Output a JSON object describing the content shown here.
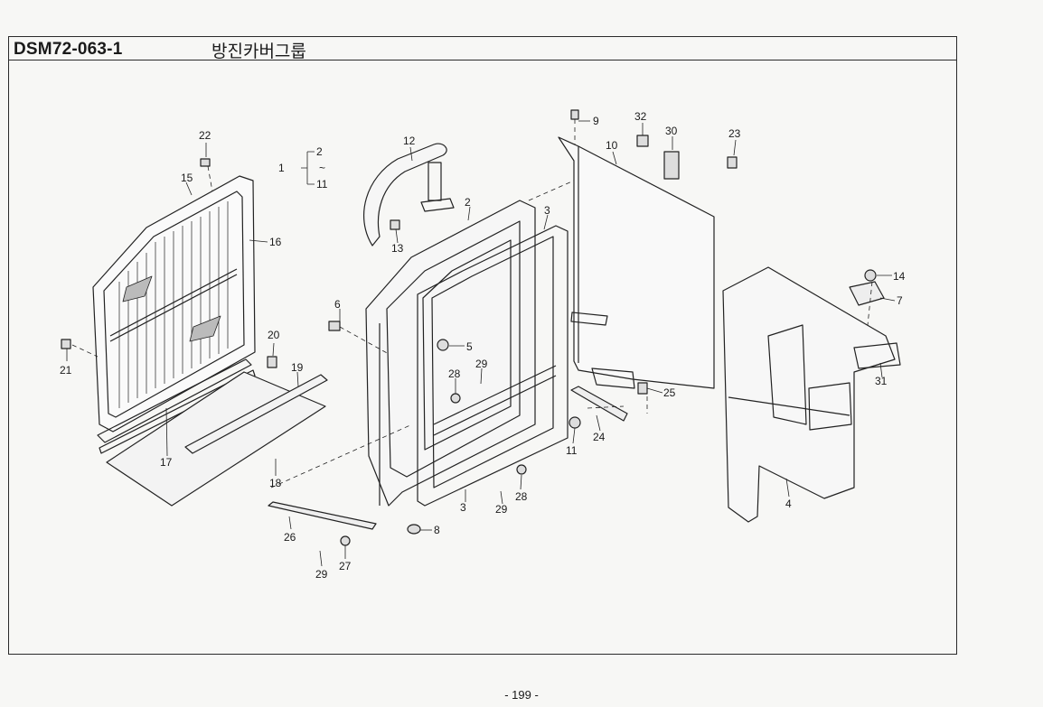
{
  "header": {
    "code": "DSM72-063-1",
    "title": "방진카버그룹"
  },
  "callouts": {
    "n1": "1",
    "n2a": "2",
    "n2b": "2",
    "n3a": "3",
    "n3b": "3",
    "n4": "4",
    "n5": "5",
    "n6": "6",
    "n7": "7",
    "n8": "8",
    "n9": "9",
    "n10": "10",
    "n11a": "11",
    "n11b": "11",
    "n12": "12",
    "n13": "13",
    "n14": "14",
    "n15": "15",
    "n16": "16",
    "n17": "17",
    "n18": "18",
    "n19": "19",
    "n20": "20",
    "n21": "21",
    "n22": "22",
    "n23": "23",
    "n24": "24",
    "n25": "25",
    "n26": "26",
    "n27": "27",
    "n28a": "28",
    "n28b": "28",
    "n29a": "29",
    "n29b": "29",
    "n29c": "29",
    "n30": "30",
    "n31": "31",
    "n32": "32",
    "tilde": "~"
  },
  "footer": {
    "page": "- 199 -"
  }
}
